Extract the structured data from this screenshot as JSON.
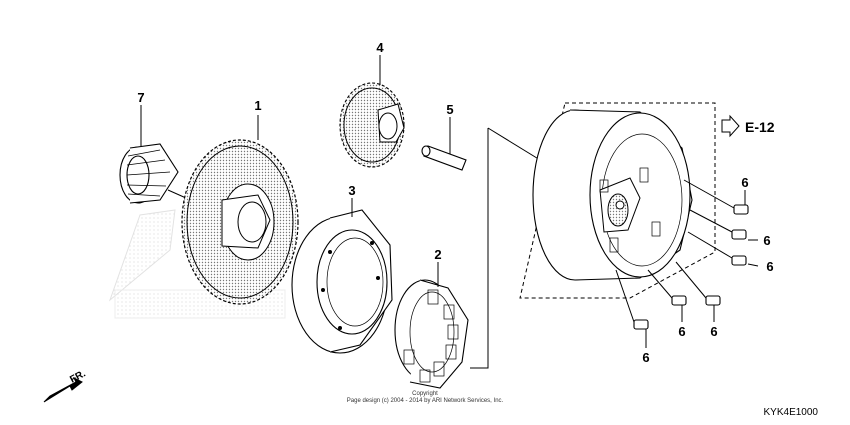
{
  "callouts": {
    "c1": "1",
    "c2": "2",
    "c3": "3",
    "c4": "4",
    "c5": "5",
    "c6": "6",
    "c7": "7"
  },
  "reference": "E-12",
  "direction_label": "FR.",
  "copyright_line1": "Copyright",
  "copyright_line2": "Page design (c) 2004 - 2014 by ARI Network Services, Inc.",
  "diagram_code": "KYK4E1000",
  "colors": {
    "line": "#000000",
    "watermark": "#c8c8c8",
    "background": "#ffffff"
  }
}
